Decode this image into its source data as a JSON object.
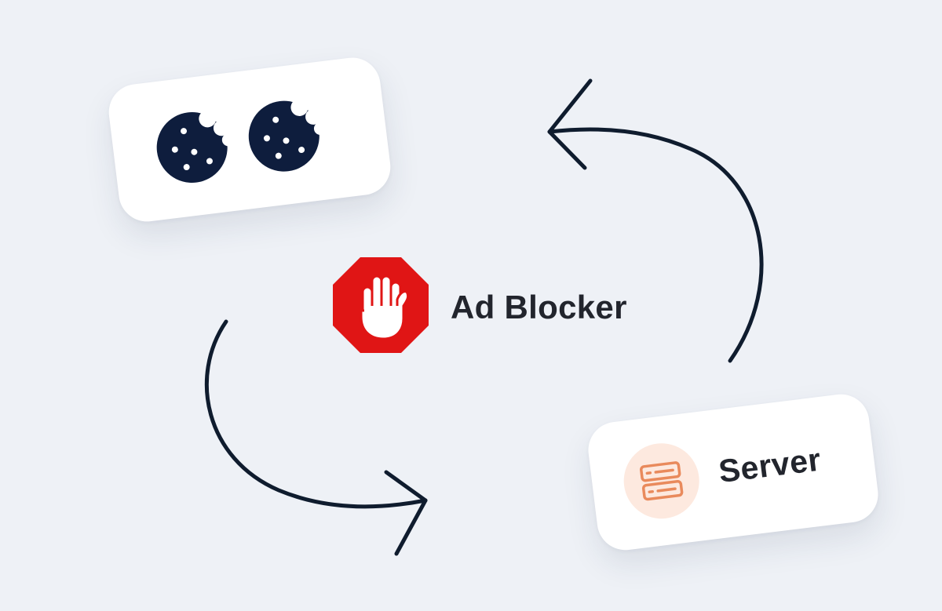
{
  "diagram": {
    "center": {
      "label": "Ad Blocker",
      "icon": "adblock-stop-hand-icon",
      "color": "#e01515"
    },
    "cookies_card": {
      "icons": [
        "cookie-icon",
        "cookie-icon"
      ],
      "color": "#0e1d3d"
    },
    "server_card": {
      "label": "Server",
      "icon": "server-icon",
      "icon_color": "#e98a5c",
      "icon_background": "#fde9df"
    },
    "arrows": [
      {
        "name": "arrow-server-to-cookies",
        "from": "Server",
        "to": "cookies"
      },
      {
        "name": "arrow-cookies-to-server",
        "from": "cookies",
        "to": "Server"
      }
    ],
    "arrow_color": "#0f1c2e"
  }
}
